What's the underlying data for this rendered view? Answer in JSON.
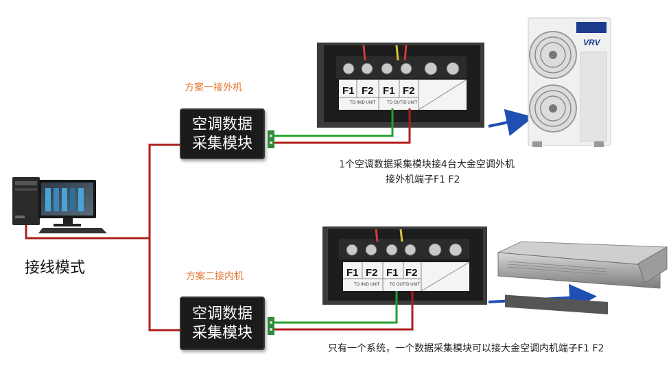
{
  "diagram": {
    "mode_label": "接线模式",
    "plan1_label": "方案一接外机",
    "plan2_label": "方案二接内机",
    "module_line1": "空调数据",
    "module_line2": "采集模块",
    "caption1_line1": "1个空调数据采集模块接4台大金空调外机",
    "caption1_line2": "接外机端子F1  F2",
    "caption2": "只有一个系统，一个数据采集模块可以接大金空调内机端子F1  F2",
    "terminal_labels": [
      "F1",
      "F2",
      "F1",
      "F2"
    ],
    "terminal_sub_left": "TO IN/D UNIT",
    "terminal_sub_right": "TO OUT/D UNIT",
    "brand_text": "VRV",
    "colors": {
      "wire_red": "#b01c1c",
      "wire_green": "#22a02a",
      "arrow_blue": "#1f4fb3",
      "label_orange": "#e8742c"
    },
    "icons": [
      "computer-icon",
      "outdoor-unit-icon",
      "indoor-unit-icon",
      "terminal-block-icon",
      "module-icon"
    ]
  }
}
